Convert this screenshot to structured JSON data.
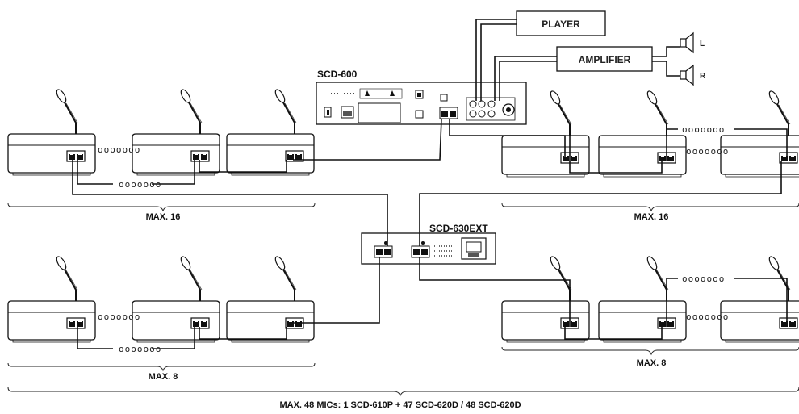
{
  "devices": {
    "main_unit": "SCD-600",
    "extension_unit": "SCD-630EXT",
    "player": "PLAYER",
    "amplifier": "AMPLIFIER",
    "speaker_left": "L",
    "speaker_right": "R"
  },
  "groups": {
    "top_left": "MAX. 16",
    "top_right": "MAX. 16",
    "bottom_left": "MAX. 8",
    "bottom_right": "MAX. 8"
  },
  "footer": "MAX. 48 MICs:  1 SCD-610P + 47 SCD-620D  /  48 SCD-620D",
  "continuation": "ooooooo"
}
